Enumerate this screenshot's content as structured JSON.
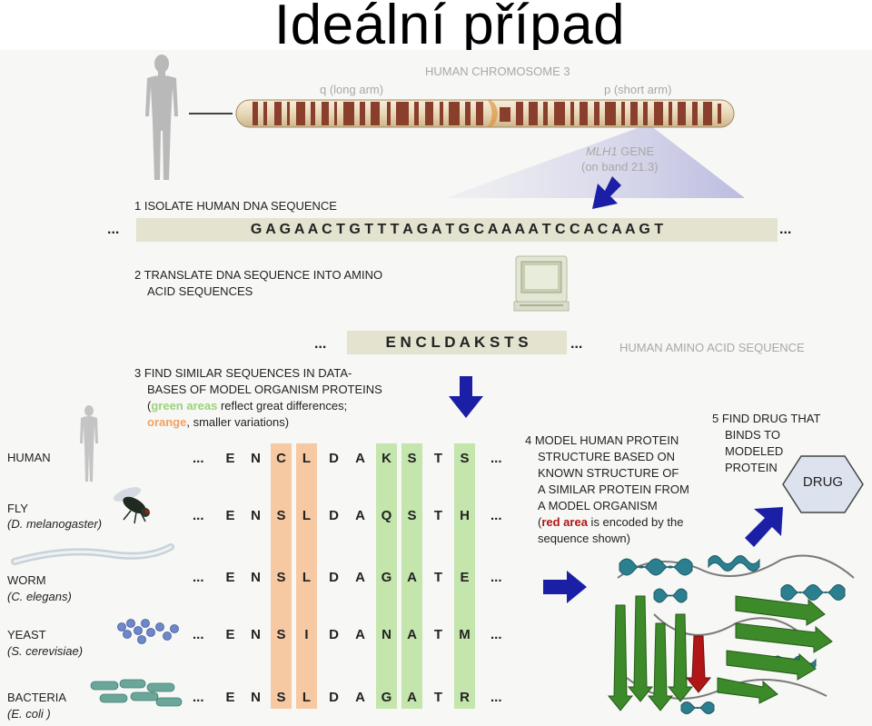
{
  "title": "Ideální případ",
  "chromosome": {
    "title": "HUMAN CHROMOSOME 3",
    "q_arm": "q (long arm)",
    "p_arm": "p (short arm)",
    "gene": "MLH1",
    "gene_suffix": " GENE",
    "band": "(on band 21.3)"
  },
  "steps": {
    "step1": "1 ISOLATE HUMAN DNA SEQUENCE",
    "dna_prefix": "...",
    "dna_sequence": "G A G A A C T G T T T A G A T G C A A A A T C C A C A A G T",
    "dna_suffix": "...",
    "step2_line1": "2 TRANSLATE DNA SEQUENCE INTO AMINO",
    "step2_line2": "ACID SEQUENCES",
    "aa_prefix": "...",
    "aa_sequence": "E N C L D A K S T S",
    "aa_suffix": "...",
    "aa_label": "HUMAN AMINO ACID SEQUENCE",
    "step3_line1": "3 FIND SIMILAR SEQUENCES IN DATA-",
    "step3_line2": "BASES OF MODEL ORGANISM PROTEINS",
    "step3_line3_open": "(",
    "step3_green": "green areas",
    "step3_line3_rest": " reflect great differences;",
    "step3_orange": "orange",
    "step3_line4_rest": ", smaller variations)",
    "step4_line1": "4 MODEL HUMAN PROTEIN",
    "step4_line2": "STRUCTURE BASED ON",
    "step4_line3": "KNOWN STRUCTURE OF",
    "step4_line4": "A SIMILAR PROTEIN FROM",
    "step4_line5": "A MODEL ORGANISM",
    "step4_line6_open": "(",
    "step4_red": "red area",
    "step4_line6_rest": " is encoded by the",
    "step4_line7": "sequence shown)",
    "step5_line1": "5 FIND DRUG THAT",
    "step5_line2": "BINDS TO",
    "step5_line3": "MODELED",
    "step5_line4": "PROTEIN",
    "drug": "DRUG"
  },
  "alignment": {
    "leading": "...",
    "trailing": "...",
    "rows": [
      {
        "name": "HUMAN",
        "sci": "",
        "seq": [
          "E",
          "N",
          "C",
          "L",
          "D",
          "A",
          "K",
          "S",
          "T",
          "S"
        ]
      },
      {
        "name": "FLY",
        "sci": "(D. melanogaster)",
        "seq": [
          "E",
          "N",
          "S",
          "L",
          "D",
          "A",
          "Q",
          "S",
          "T",
          "H"
        ]
      },
      {
        "name": "WORM",
        "sci": "(C. elegans)",
        "seq": [
          "E",
          "N",
          "S",
          "L",
          "D",
          "A",
          "G",
          "A",
          "T",
          "E"
        ]
      },
      {
        "name": "YEAST",
        "sci": "(S. cerevisiae)",
        "seq": [
          "E",
          "N",
          "S",
          "I",
          "D",
          "A",
          "N",
          "A",
          "T",
          "M"
        ]
      },
      {
        "name": "BACTERIA",
        "sci": "(E. coli )",
        "seq": [
          "E",
          "N",
          "S",
          "L",
          "D",
          "A",
          "G",
          "A",
          "T",
          "R"
        ]
      }
    ]
  },
  "colors": {
    "chromosome_dark": "#8a3e2c",
    "chromosome_light": "#f3e8d2",
    "arrow_blue": "#1b1fa6",
    "orange_area": "#f6c9a3",
    "green_area": "#c4e6ad",
    "protein_green": "#3d8a2a",
    "protein_teal": "#2b7f8f",
    "protein_red": "#b01616",
    "drug_fill": "#dde3ee"
  },
  "icons": [
    "human-figure-icon",
    "fly-icon",
    "worm-icon",
    "yeast-icon",
    "bacteria-icon",
    "computer-icon",
    "arrow-icon",
    "hexagon-drug-icon"
  ]
}
